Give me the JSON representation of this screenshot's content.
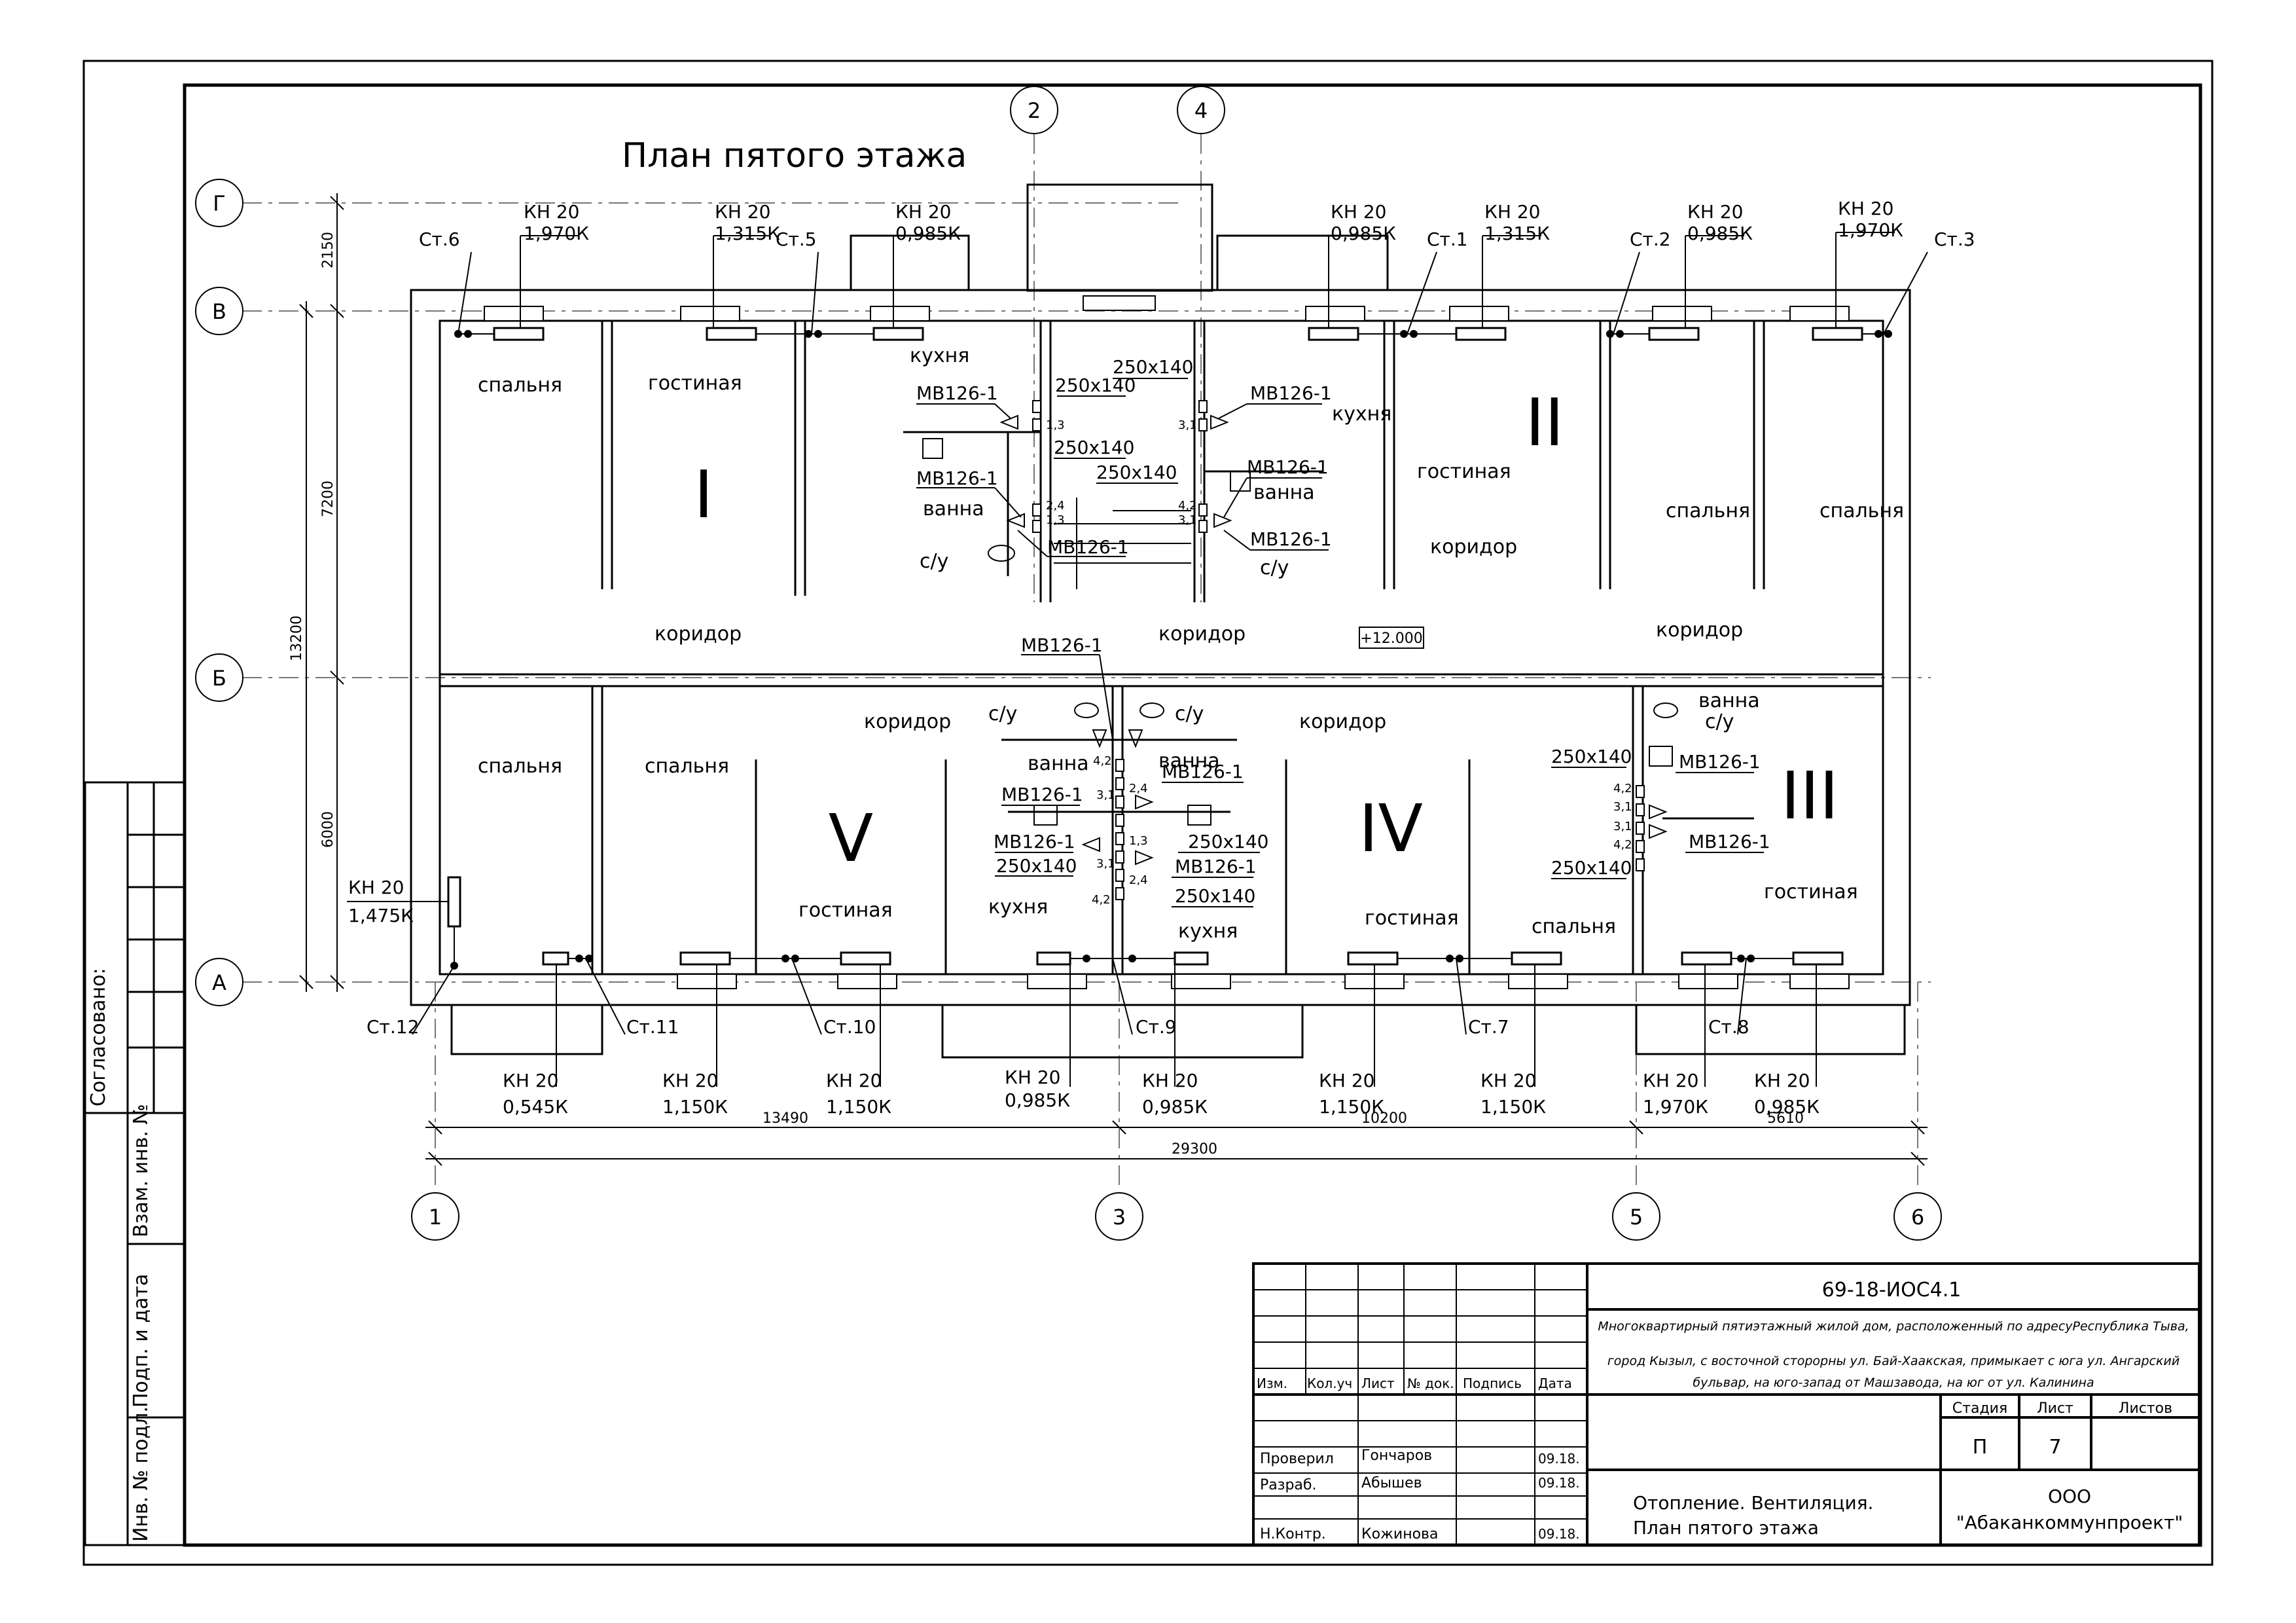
{
  "title": "План пятого этажа",
  "axes_top": {
    "a2": "2",
    "a4": "4"
  },
  "axes_bottom": {
    "a1": "1",
    "a3": "3",
    "a5": "5",
    "a6": "6"
  },
  "axes_left": {
    "g": "Г",
    "v": "В",
    "b": "Б",
    "a": "А"
  },
  "dims_left": {
    "d1": "2150",
    "d2": "7200",
    "d3": "13200",
    "d4": "6000"
  },
  "dims_bottom": {
    "d1": "13490",
    "d2": "10200",
    "d3": "5610",
    "d4": "29300"
  },
  "apartments": {
    "a1": "I",
    "a2": "II",
    "a3": "III",
    "a4": "IV",
    "a5": "V"
  },
  "rooms": {
    "bedroom": "спальня",
    "living": "гостиная",
    "kitchen": "кухня",
    "corridor": "коридор",
    "bath": "ванна",
    "wc": "с/у"
  },
  "risers": {
    "st1": "Ст.1",
    "st2": "Ст.2",
    "st3": "Ст.3",
    "st5": "Ст.5",
    "st6": "Ст.6",
    "st7": "Ст.7",
    "st8": "Ст.8",
    "st9": "Ст.9",
    "st10": "Ст.10",
    "st11": "Ст.11",
    "st12": "Ст.12"
  },
  "radiator_type": "КН 20",
  "radiator_loads": {
    "k1970": "1,970К",
    "k1315": "1,315К",
    "k0985": "0,985К",
    "k1475": "1,475К",
    "k0545": "0,545К",
    "k1150": "1,150К"
  },
  "ventilation": {
    "valve": "МВ126-1",
    "duct": "250х140",
    "v13": "1,3",
    "v31": "3,1",
    "v24": "2,4",
    "v42": "4,2"
  },
  "level_mark": "+12.000",
  "stamp": {
    "code": "69-18-ИОС4.1",
    "project_line1": "Многоквартирный пятиэтажный жилой дом, расположенный по адресуРеспублика Тыва,",
    "project_line2": "город Кызыл, с восточной сторорны ул. Бай-Хаакская, примыкает с юга ул. Ангарский",
    "project_line3": "бульвар, на юго-запад от Машзавода, на юг от ул. Калинина",
    "sheet_title1": "Отопление. Вентиляция.",
    "sheet_title2": "План пятого этажа",
    "col_izm": "Изм.",
    "col_kol": "Кол.уч",
    "col_list": "Лист",
    "col_doc": "№ док.",
    "col_sign": "Подпись",
    "col_date": "Дата",
    "stage_hdr": "Стадия",
    "sheet_hdr": "Лист",
    "sheets_hdr": "Листов",
    "stage": "П",
    "sheet_no": "7",
    "role1": "Проверил",
    "name1": "Гончаров",
    "date1": "09.18.",
    "role2": "Разраб.",
    "name2": "Абышев",
    "date2": "09.18.",
    "role3": "Н.Контр.",
    "name3": "Кожинова",
    "date3": "09.18.",
    "org1": "ООО",
    "org2": "\"Абаканкоммунпроект\""
  },
  "side_stamp": {
    "agreed": "Согласовано:",
    "inv_zam": "Взам. инв. №",
    "sign_date": "Подп. и дата",
    "inv_orig": "Инв. № подл."
  }
}
